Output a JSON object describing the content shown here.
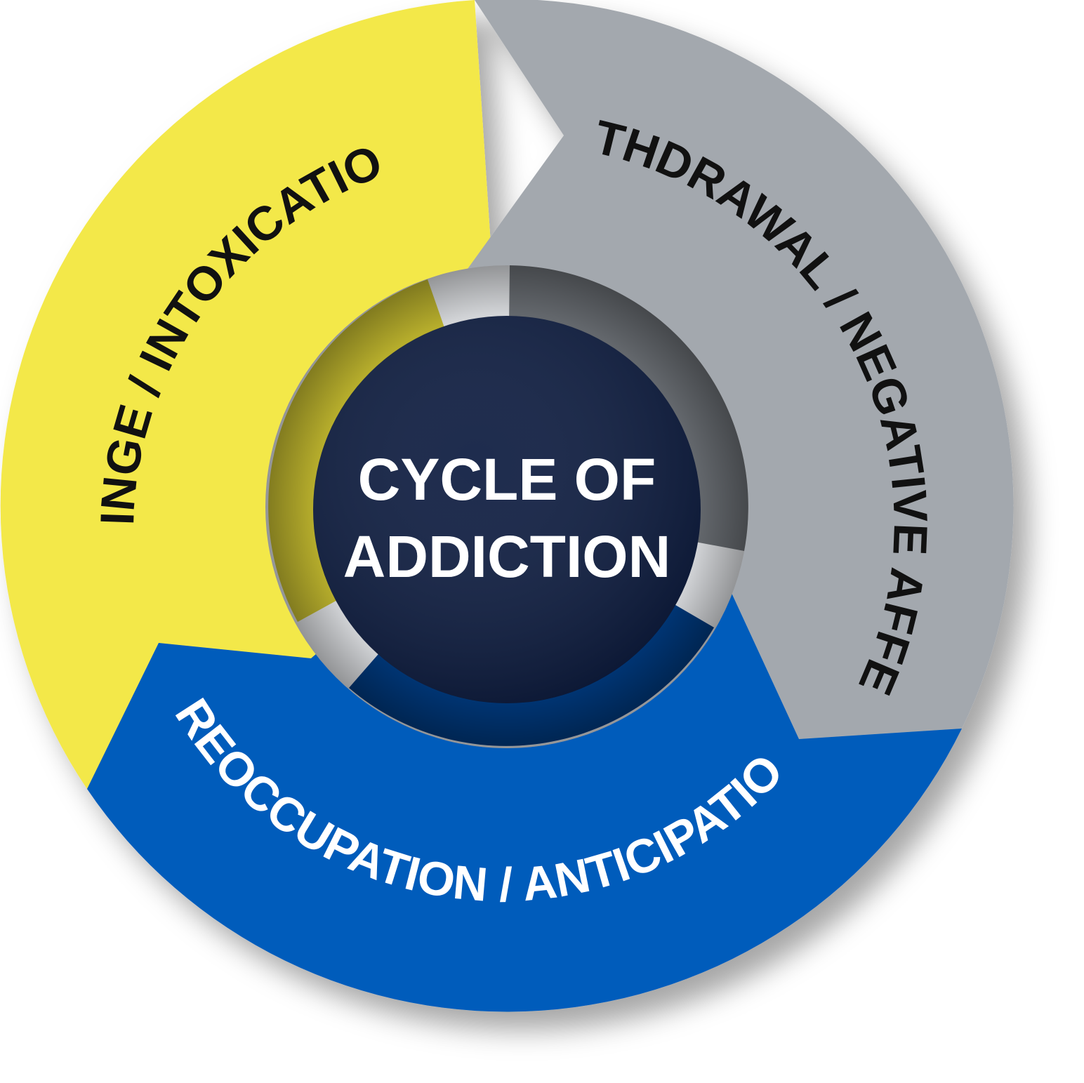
{
  "diagram": {
    "center": {
      "line1": "CYCLE OF",
      "line2": "ADDICTION",
      "fill": "#0f1e42",
      "text_color": "#ffffff"
    },
    "stages": [
      {
        "label": "BINGE / INTOXICATION",
        "fill": "#f3e84a",
        "inner_fill": "#b6ad2c",
        "text_color": "#111111"
      },
      {
        "label": "WITHDRAWAL / NEGATIVE AFFECT",
        "fill": "#a3a8ae",
        "inner_fill": "#63676c",
        "text_color": "#111111"
      },
      {
        "label": "PREOCCUPATION / ANTICIPATION",
        "fill": "#005cbb",
        "inner_fill": "#003574",
        "text_color": "#ffffff"
      }
    ],
    "separator_fill": "#d2d4d7"
  }
}
